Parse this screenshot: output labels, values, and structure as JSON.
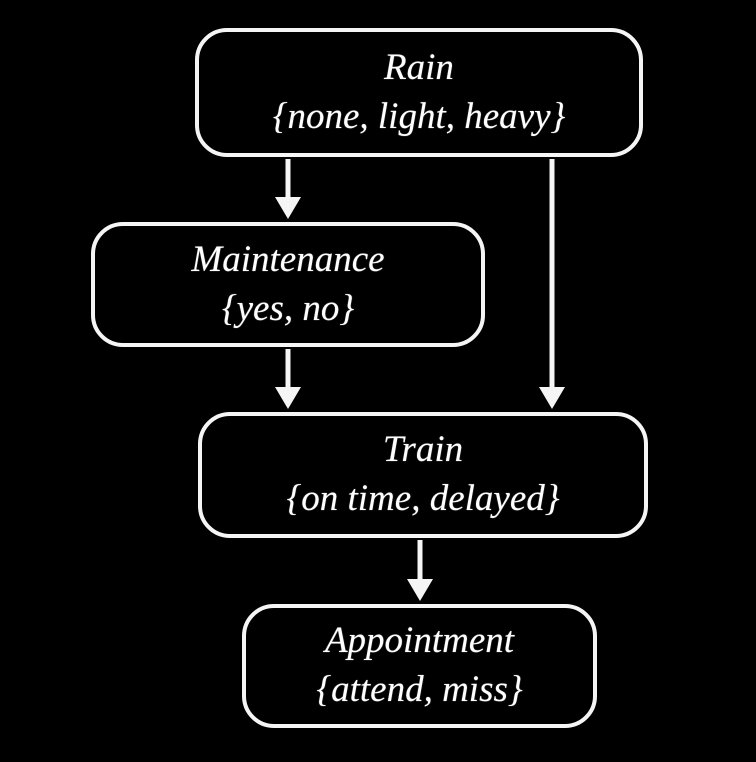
{
  "diagram": {
    "background_color": "#000000",
    "node_border_color": "#f5f5f5",
    "text_color": "#ffffff",
    "nodes": [
      {
        "id": "rain",
        "label": "Rain",
        "states": "{none, light, heavy}"
      },
      {
        "id": "maintenance",
        "label": "Maintenance",
        "states": "{yes, no}"
      },
      {
        "id": "train",
        "label": "Train",
        "states": "{on time, delayed}"
      },
      {
        "id": "appointment",
        "label": "Appointment",
        "states": "{attend, miss}"
      }
    ],
    "edges": [
      {
        "from": "rain",
        "to": "maintenance"
      },
      {
        "from": "rain",
        "to": "train"
      },
      {
        "from": "maintenance",
        "to": "train"
      },
      {
        "from": "train",
        "to": "appointment"
      }
    ]
  }
}
